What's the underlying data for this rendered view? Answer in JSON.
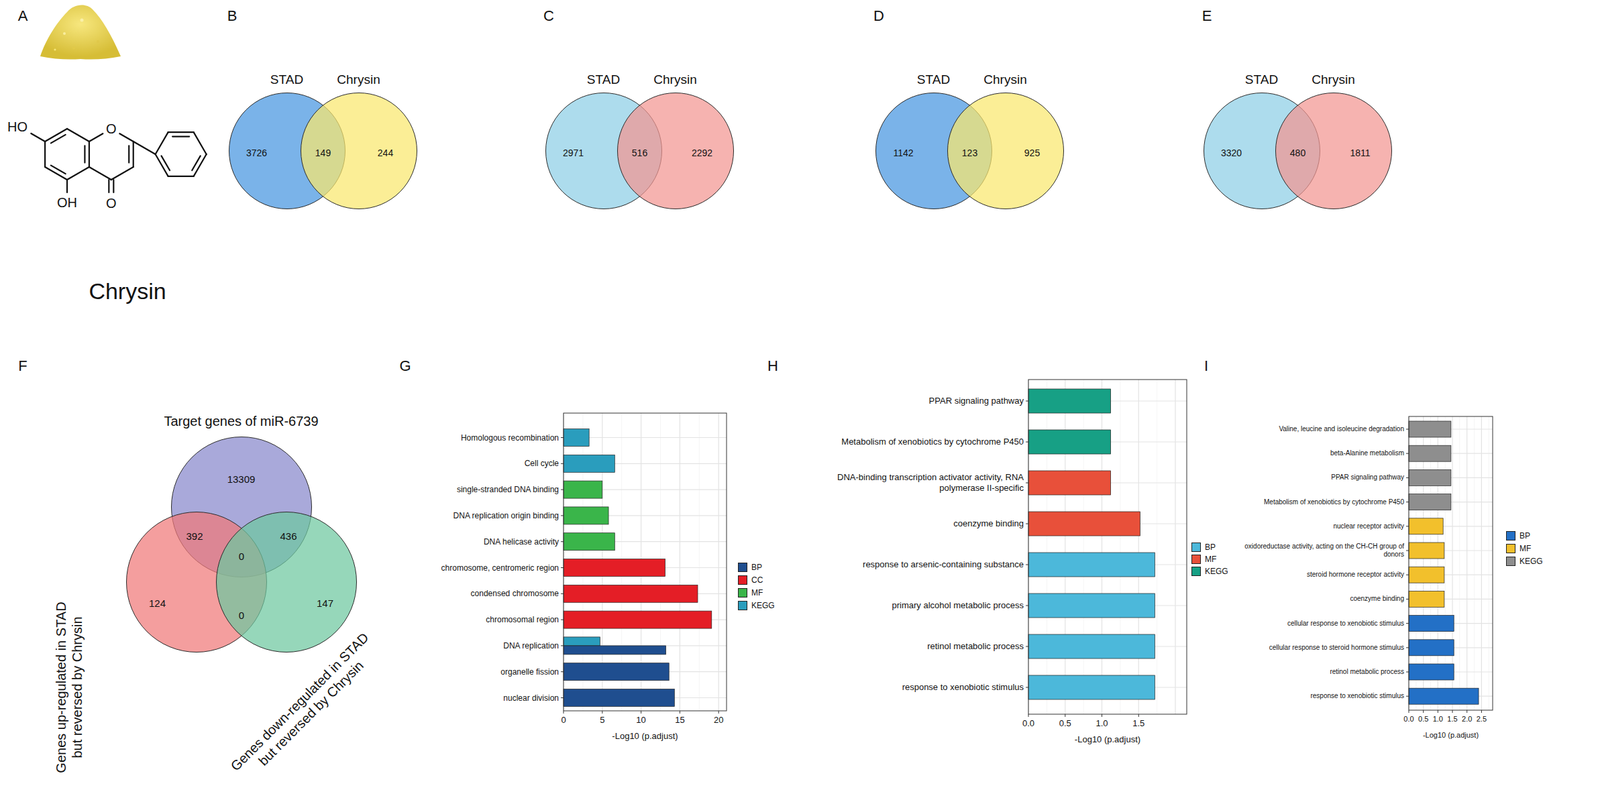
{
  "diagram": {
    "nodes": [
      {
        "text": [
          "STAD",
          "3726"
        ]
      },
      {
        "text": [
          "Chrysin",
          "244"
        ]
      },
      {
        "text": [
          "STAD",
          "2971"
        ]
      },
      {
        "text": [
          "Chrysin",
          "2292"
        ]
      },
      {
        "text": [
          "STAD",
          "1142"
        ]
      },
      {
        "text": [
          "Chrysin",
          "925"
        ]
      },
      {
        "text": [
          "STAD",
          "3320"
        ]
      },
      {
        "text": [
          "Chrysin",
          "1811"
        ]
      },
      {
        "text": [
          "Target genes of miR-6739",
          "13309"
        ]
      },
      {
        "text": [
          "Genes up-regulated in STAD but reversed by Chrysin",
          "124"
        ]
      },
      {
        "text": [
          "Genes down-regulated in STAD but reversed by Chrysin",
          "147"
        ]
      }
    ],
    "labels": [
      "A",
      "Chrysin",
      "HO",
      "OH",
      "O",
      "O",
      "B",
      "149",
      "C",
      "516",
      "D",
      "123",
      "E",
      "480",
      "F",
      "392",
      "436",
      "0",
      "0",
      "G",
      "Homologous recombination",
      "Cell cycle",
      "single-stranded DNA binding",
      "DNA replication origin binding",
      "DNA helicase activity",
      "chromosome, centromeric region",
      "condensed chromosome",
      "chromosomal region",
      "DNA replication",
      "organelle fission",
      "nuclear division",
      "0",
      "5",
      "10",
      "15",
      "20",
      "-Log10 (p.adjust)",
      "H",
      "PPAR signaling pathway",
      "Metabolism of xenobiotics by cytochrome P450",
      "DNA-binding transcription activator activity, RNA polymerase II-specific",
      "coenzyme binding",
      "response to arsenic-containing substance",
      "primary alcohol metabolic process",
      "retinol metabolic process",
      "response to xenobiotic stimulus",
      "0.0",
      "0.5",
      "1.0",
      "1.5",
      "-Log10 (p.adjust)",
      "I",
      "Valine, leucine and isoleucine degradation",
      "beta-Alanine metabolism",
      "PPAR signaling pathway",
      "Metabolism of xenobiotics by cytochrome P450",
      "nuclear receptor activity",
      "oxidoreductase activity, acting on the CH-CH group of donors",
      "steroid hormone receptor activity",
      "coenzyme binding",
      "cellular response to xenobiotic stimulus",
      "cellular response to steroid hormone stimulus",
      "retinol metabolic process",
      "response to xenobiotic stimulus",
      "0.0",
      "0.5",
      "1.0",
      "1.5",
      "2.0",
      "2.5",
      "-Log10 (p.adjust)"
    ],
    "legend": [
      {
        "text": "BP",
        "color": "#1f4e8f"
      },
      {
        "text": "CC",
        "color": "#e41e26"
      },
      {
        "text": "MF",
        "color": "#3ab54a"
      },
      {
        "text": "KEGG",
        "color": "#2a9dbd"
      },
      {
        "text": "BP",
        "color": "#4cb8da"
      },
      {
        "text": "MF",
        "color": "#e8503a"
      },
      {
        "text": "KEGG",
        "color": "#17a085"
      },
      {
        "text": "BP",
        "color": "#2370c6"
      },
      {
        "text": "MF",
        "color": "#f2c02c"
      },
      {
        "text": "KEGG",
        "color": "#8e8e8e"
      }
    ]
  }
}
